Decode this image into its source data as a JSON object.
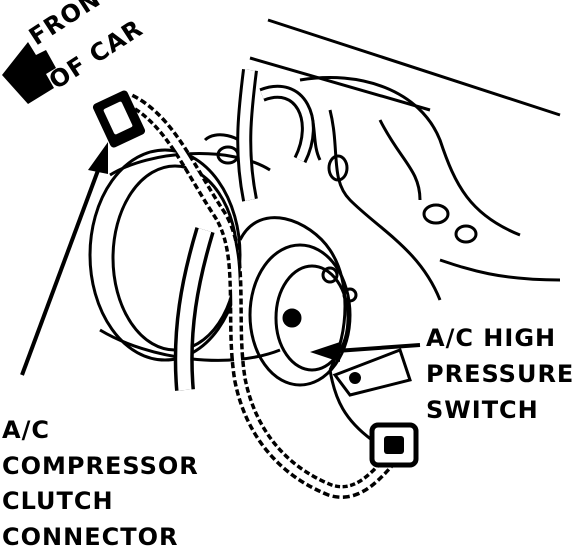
{
  "labels": {
    "front_of_car": [
      "FRONT",
      "OF CAR"
    ],
    "clutch_connector": [
      "A/C",
      "COMPRESSOR",
      "CLUTCH",
      "CONNECTOR"
    ],
    "pressure_switch": [
      "A/C HIGH",
      "PRESSURE",
      "SWITCH"
    ]
  },
  "colors": {
    "ink": "#000000",
    "paper": "#ffffff"
  },
  "icons": {
    "direction": "arrow-left-icon"
  }
}
